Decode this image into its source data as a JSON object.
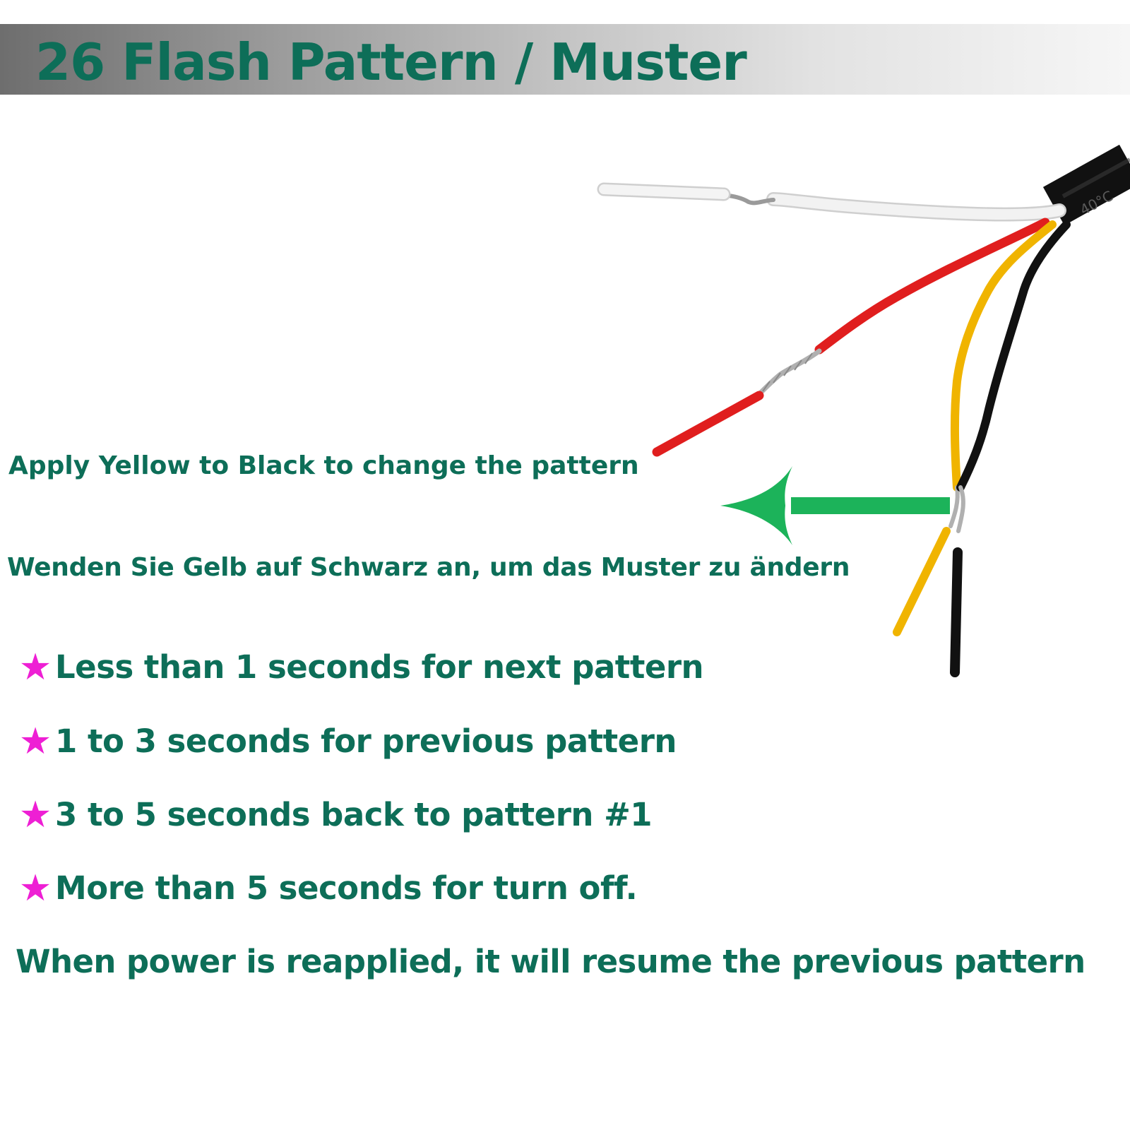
{
  "title": "26 Flash Pattern / Muster",
  "instruction_en": "Apply Yellow to Black to change the pattern",
  "instruction_de": "Wenden Sie Gelb auf Schwarz an, um das Muster zu ändern",
  "star_glyph": "★",
  "rules": [
    "Less than 1 seconds for next pattern",
    "1 to 3 seconds for previous pattern",
    "3 to 5 seconds back to pattern #1",
    "More than 5 seconds for turn off."
  ],
  "note": "When power is reapplied, it will resume the previous pattern",
  "cable_marking": "40°C",
  "colors": {
    "text": "#0d6e58",
    "star": "#ee1fd4",
    "arrow": "#1cb35a",
    "wire_white": "#f2f2f2",
    "wire_red": "#e01e1e",
    "wire_yellow": "#f0b400",
    "wire_black": "#111111",
    "copper": "#b0b0b0"
  },
  "wires": [
    "white",
    "red",
    "yellow",
    "black"
  ]
}
